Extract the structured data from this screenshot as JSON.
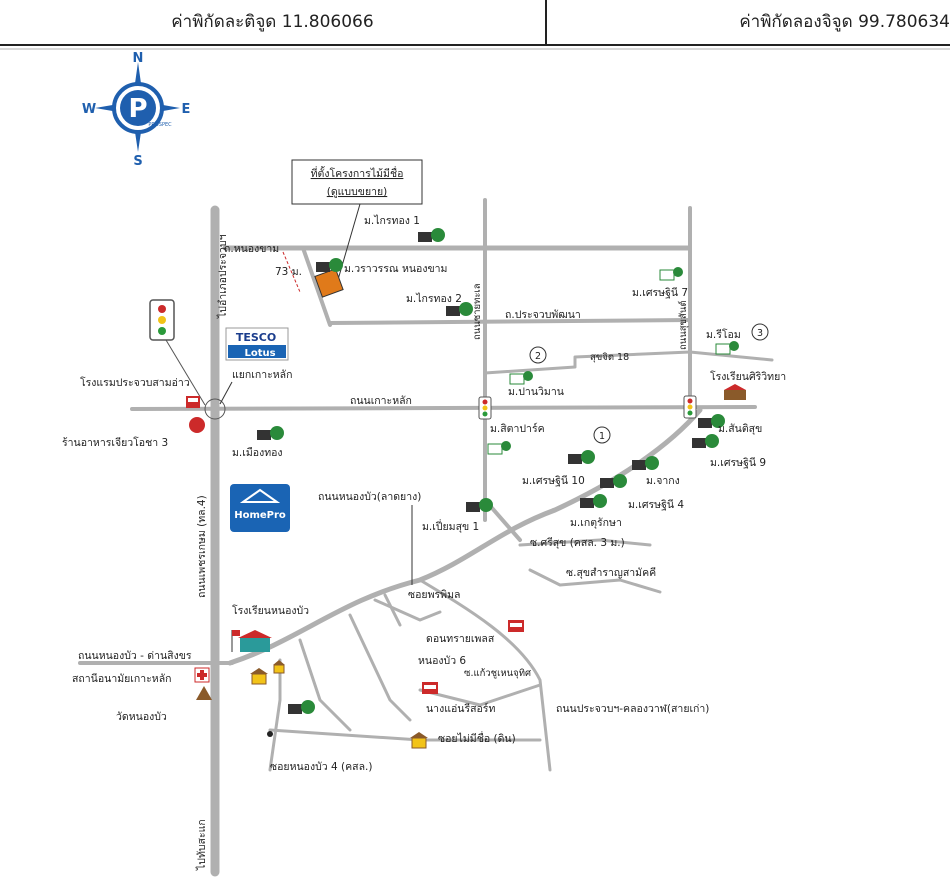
{
  "header": {
    "latitude_label": "ค่าพิกัดละติจูด 11.806066",
    "longitude_label": "ค่าพิกัดลองจิจูด 99.780634"
  },
  "compass": {
    "north": "N",
    "south": "S",
    "east": "E",
    "west": "W",
    "logo_text": "PROSPEC"
  },
  "project_box": {
    "line1": "ที่ตั้งโครงการไม้มีชื่อ",
    "line2": "(ดูแบบขยาย)"
  },
  "distance_label": "73 ม.",
  "road_labels": {
    "nong_kham": "ถ.หนองขาม",
    "to_prachuap": "ไปอำเภอประจวบฯ",
    "to_thap_sakae": "ไปทับสะแก",
    "phetkasem": "ถนนเพชรเกษม (ทล.4)",
    "ko_lak": "ถนนเกาะหลัก",
    "prachuap_phatthana": "ถ.ประจวบพัฒนา",
    "nong_bua_lat_yang": "ถนนหนองบัว(ลาดยาง)",
    "nong_bua_dan_singkhon": "ถนนหนองบัว - ด่านสิงขร",
    "prachuap_khlong_wan": "ถนนประจวบฯ-คลองวาฬ(สายเก่า)",
    "vertical_1": "ถนนชายทะเล",
    "vertical_2": "ถนนสุขสันต์",
    "suksan_18": "สุขจิต 18",
    "ko_lak_intersection": "แยกเกาะหลัก"
  },
  "places": {
    "m_krai_thong_1": "ม.ไกรทอง 1",
    "m_varawan": "ม.วราวรรณ หนองขาม",
    "m_krai_thong_2": "ม.ไกรทอง 2",
    "m_setthinee_7": "ม.เศรษฐินี 7",
    "m_ri_om": "ม.รีโอม",
    "school_siri": "โรงเรียนศิริวิทยา",
    "m_pan_wiman": "ม.ปานวิมาน",
    "m_sitapark": "ม.สิตาปาร์ค",
    "m_sansuk": "ม.สันติสุข",
    "m_setthinee_9": "ม.เศรษฐินี 9",
    "m_setthinee_10": "ม.เศรษฐินี 10",
    "m_chak": "ม.จากง",
    "m_setthinee_4": "ม.เศรษฐินี 4",
    "m_ket_rak": "ม.เกตุรักษา",
    "m_pheam_suk": "ม.เปี่ยมสุข 1",
    "soi_sri_suk": "ซ.ศรีสุข (คสล. 3 ม.)",
    "soi_suk_samran": "ซ.สุขสำราญสามัคคี",
    "soi_phon_phimon": "ซอยพรพิมล",
    "school_nong_bua": "โรงเรียนหนองบัว",
    "don_sai_place": "ดอนทรายเพลส",
    "nong_bua_6": "หนองบัว 6",
    "soi_kaeo": "ซ.แก้วชูเหนจุทิศ",
    "nang_aen": "นางแอ่นรีสอร์ท",
    "soi_mai_mi_chue": "ซอยไม่มีชื่อ (ดิน)",
    "soi_nong_bua_4": "ซอยหนองบัว 4 (คสล.)",
    "health_station": "สถานีอนามัยเกาะหลัก",
    "wat_nong_bua": "วัดหนองบัว",
    "hotel": "โรงแรมประจวบสามอ่าว",
    "restaurant": "ร้านอาหารเจียวโอชา 3",
    "m_mueang_thong": "ม.เมืองทอง",
    "tesco_line1": "TESCO",
    "tesco_line2": "Lotus",
    "homepro_text": "HomePro"
  },
  "markers": {
    "m1": "1",
    "m2": "2",
    "m3": "3"
  },
  "colors": {
    "road": "#b0b0b0",
    "compass_blue": "#1f5fae",
    "tesco_red": "#cc2a2a",
    "homepro_blue": "#1a64b4",
    "project_orange": "#e07a1a"
  }
}
